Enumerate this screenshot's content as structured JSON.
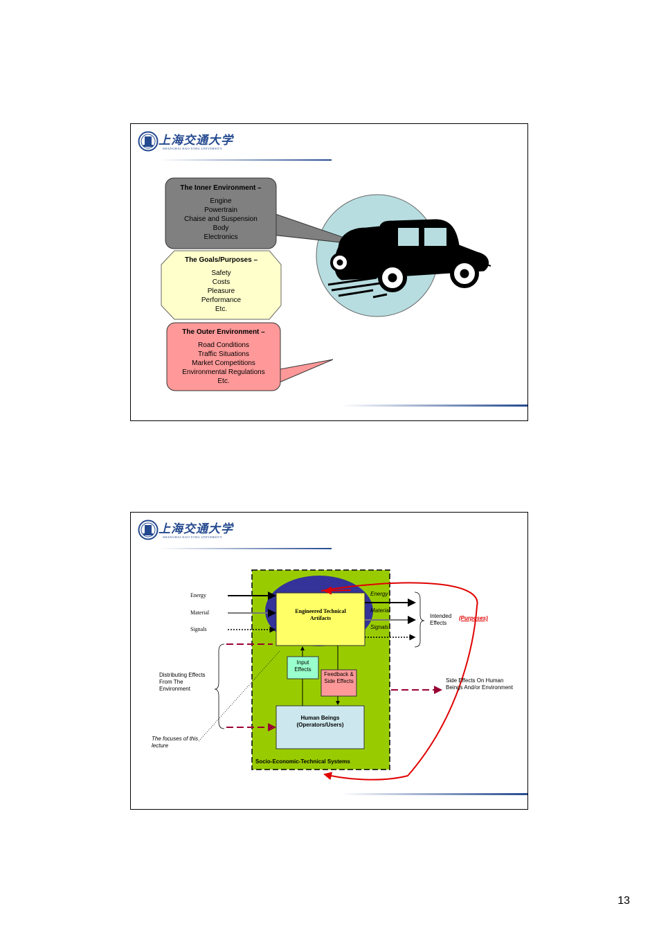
{
  "university": {
    "name_cn": "上海交通大学",
    "name_en": "SHANGHAI JIAO TONG UNIVERSITY"
  },
  "slide1": {
    "inner": {
      "title": "The Inner Environment –",
      "items": [
        "Engine",
        "Powertrain",
        "Chaise and Suspension",
        "Body",
        "Electronics"
      ]
    },
    "goals": {
      "title": "The Goals/Purposes –",
      "items": [
        "Safety",
        "Costs",
        "Pleasure",
        "Performance",
        "Etc."
      ]
    },
    "outer": {
      "title": "The Outer Environment –",
      "items": [
        "Road Conditions",
        "Traffic Situations",
        "Market Competitions",
        "Environmental Regulations",
        "Etc."
      ]
    },
    "colors": {
      "inner": "#7f7f7f",
      "goals": "#ffffcc",
      "outer": "#ff9999",
      "circle": "#b7dde0"
    }
  },
  "slide2": {
    "inputs": [
      "Energy",
      "Material",
      "Signals"
    ],
    "outputs": [
      "Energy",
      "Material",
      "Signals"
    ],
    "artifact": "Engineered Technical Artifacts",
    "input_effects": "Input Effects",
    "feedback": "Feedback & Side Effects",
    "human": "Human Beings (Operators/Users)",
    "system": "Socio-Economic-Technical Systems",
    "intended": "Intended Effects",
    "purposes": "(Purposes)",
    "distributing": "Distributing Effects From The Environment",
    "side_effects": "Side Effects On Human Beings And/or Environment",
    "focus_note": "The focuses of this lecture",
    "colors": {
      "system": "#99cc00",
      "ellipse": "#333399",
      "artifact": "#ffff66",
      "input": "#99ffcc",
      "feedback": "#ff9999",
      "human": "#cce8ee",
      "loop": "#e00000",
      "dash": "#990033"
    }
  },
  "page_number": "13"
}
